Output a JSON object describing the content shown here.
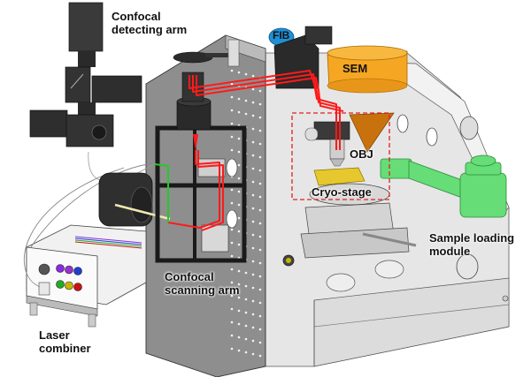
{
  "figure": {
    "description": "CAD rendering of an integrated cryo-FIB/SEM system with confocal microscope",
    "labels": {
      "confocal_detecting_arm": "Confocal\ndetecting arm",
      "fib": "FIB",
      "sem": "SEM",
      "obj": "OBJ",
      "cryo_stage": "Cryo-stage",
      "sample_loading_module": "Sample loading\nmodule",
      "confocal_scanning_arm": "Confocal\nscanning arm",
      "laser_combiner": "Laser\ncombiner"
    },
    "colors": {
      "laser_beam": "#ff1a1a",
      "green_beam": "#22cc22",
      "sem_column": "#f5a623",
      "fib_cap": "#1e90d6",
      "sample_loading": "#66dd77",
      "cryo_stage_holder": "#e6c82e",
      "frame_gray": "#8a8a8a",
      "chamber_light": "#e4e4e4",
      "dark_part": "#2d2d2d",
      "roi_box": "#e02020"
    },
    "laser_ports": [
      "#8a2be2",
      "#9932cc",
      "#1f3fd0",
      "#22aa22",
      "#c8b400",
      "#cc1111"
    ]
  }
}
